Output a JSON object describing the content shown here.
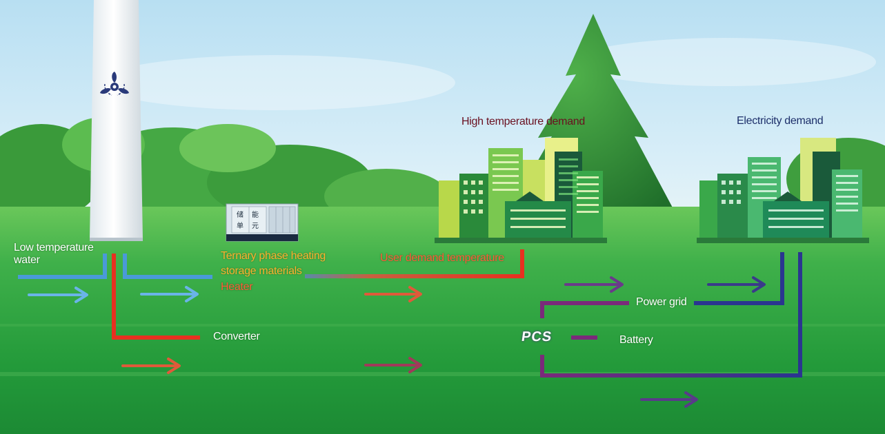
{
  "labels": {
    "low_temperature_water_line1": "Low temperature",
    "low_temperature_water_line2": "water",
    "ternary_line1": "Ternary phase heating",
    "ternary_line2": "storage materials",
    "heater": "Heater",
    "user_demand_temperature": "User demand temperature",
    "converter": "Converter",
    "pcs": "PCS",
    "battery": "Battery",
    "power_grid": "Power grid",
    "high_temperature_demand": "High temperature demand",
    "electricity_demand": "Electricity demand"
  },
  "storage_cabinet": {
    "chars": [
      "储",
      "能",
      "单",
      "元"
    ]
  },
  "icons": {
    "turbine": "wind-turbine-icon",
    "flow_arrows": "arrow-right-icon",
    "city": "city-buildings-icon"
  },
  "colors": {
    "cold_water": "#4a9ad8",
    "hot_flow": "#e83020",
    "electric_flow": "#7a2a7a",
    "grid_flow": "#2a3590",
    "label_orange": "#ffb030"
  }
}
